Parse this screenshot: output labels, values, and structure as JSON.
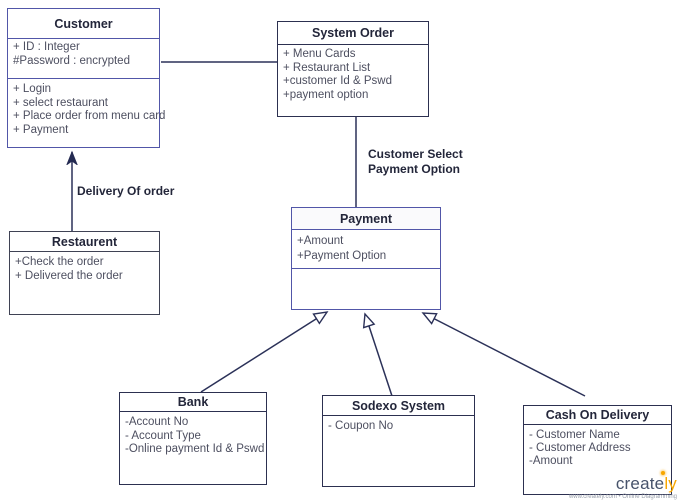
{
  "diagram": {
    "type": "uml-class-diagram",
    "colors": {
      "accent_border": "#5156a8",
      "dark_border": "#2c3050",
      "connector": "#2b3158",
      "title_text": "#23263a",
      "body_text": "#4d4f60",
      "background": "#ffffff"
    }
  },
  "classes": {
    "customer": {
      "title": "Customer",
      "attributes": [
        "+ ID : Integer",
        "#Password : encrypted"
      ],
      "operations": [
        "+ Login",
        "+ select restaurant",
        "+ Place order from menu card",
        "+ Payment"
      ]
    },
    "system_order": {
      "title": "System Order",
      "attributes": [
        "+ Menu Cards",
        "+ Restaurant List",
        "+customer Id & Pswd",
        "+payment option"
      ]
    },
    "payment": {
      "title": "Payment",
      "attributes": [
        "+Amount",
        "+Payment Option"
      ]
    },
    "restaurant": {
      "title": "Restaurent",
      "attributes": [
        "+Check the order",
        "+ Delivered the order"
      ]
    },
    "bank": {
      "title": "Bank",
      "attributes": [
        "-Account No",
        "- Account Type",
        "-Online payment Id & Pswd"
      ]
    },
    "sodexo": {
      "title": "Sodexo System",
      "attributes": [
        "- Coupon No"
      ]
    },
    "cash_on_delivery": {
      "title": "Cash On Delivery",
      "attributes": [
        "- Customer Name",
        "- Customer Address",
        "-Amount"
      ]
    }
  },
  "edge_labels": {
    "delivery": "Delivery Of order",
    "payment_select_line1": "Customer Select",
    "payment_select_line2": "Payment Option"
  },
  "watermark": {
    "brand_prefix": "create",
    "brand_suffix": "ly",
    "tagline": "www.creately.com • Online Diagramming"
  }
}
